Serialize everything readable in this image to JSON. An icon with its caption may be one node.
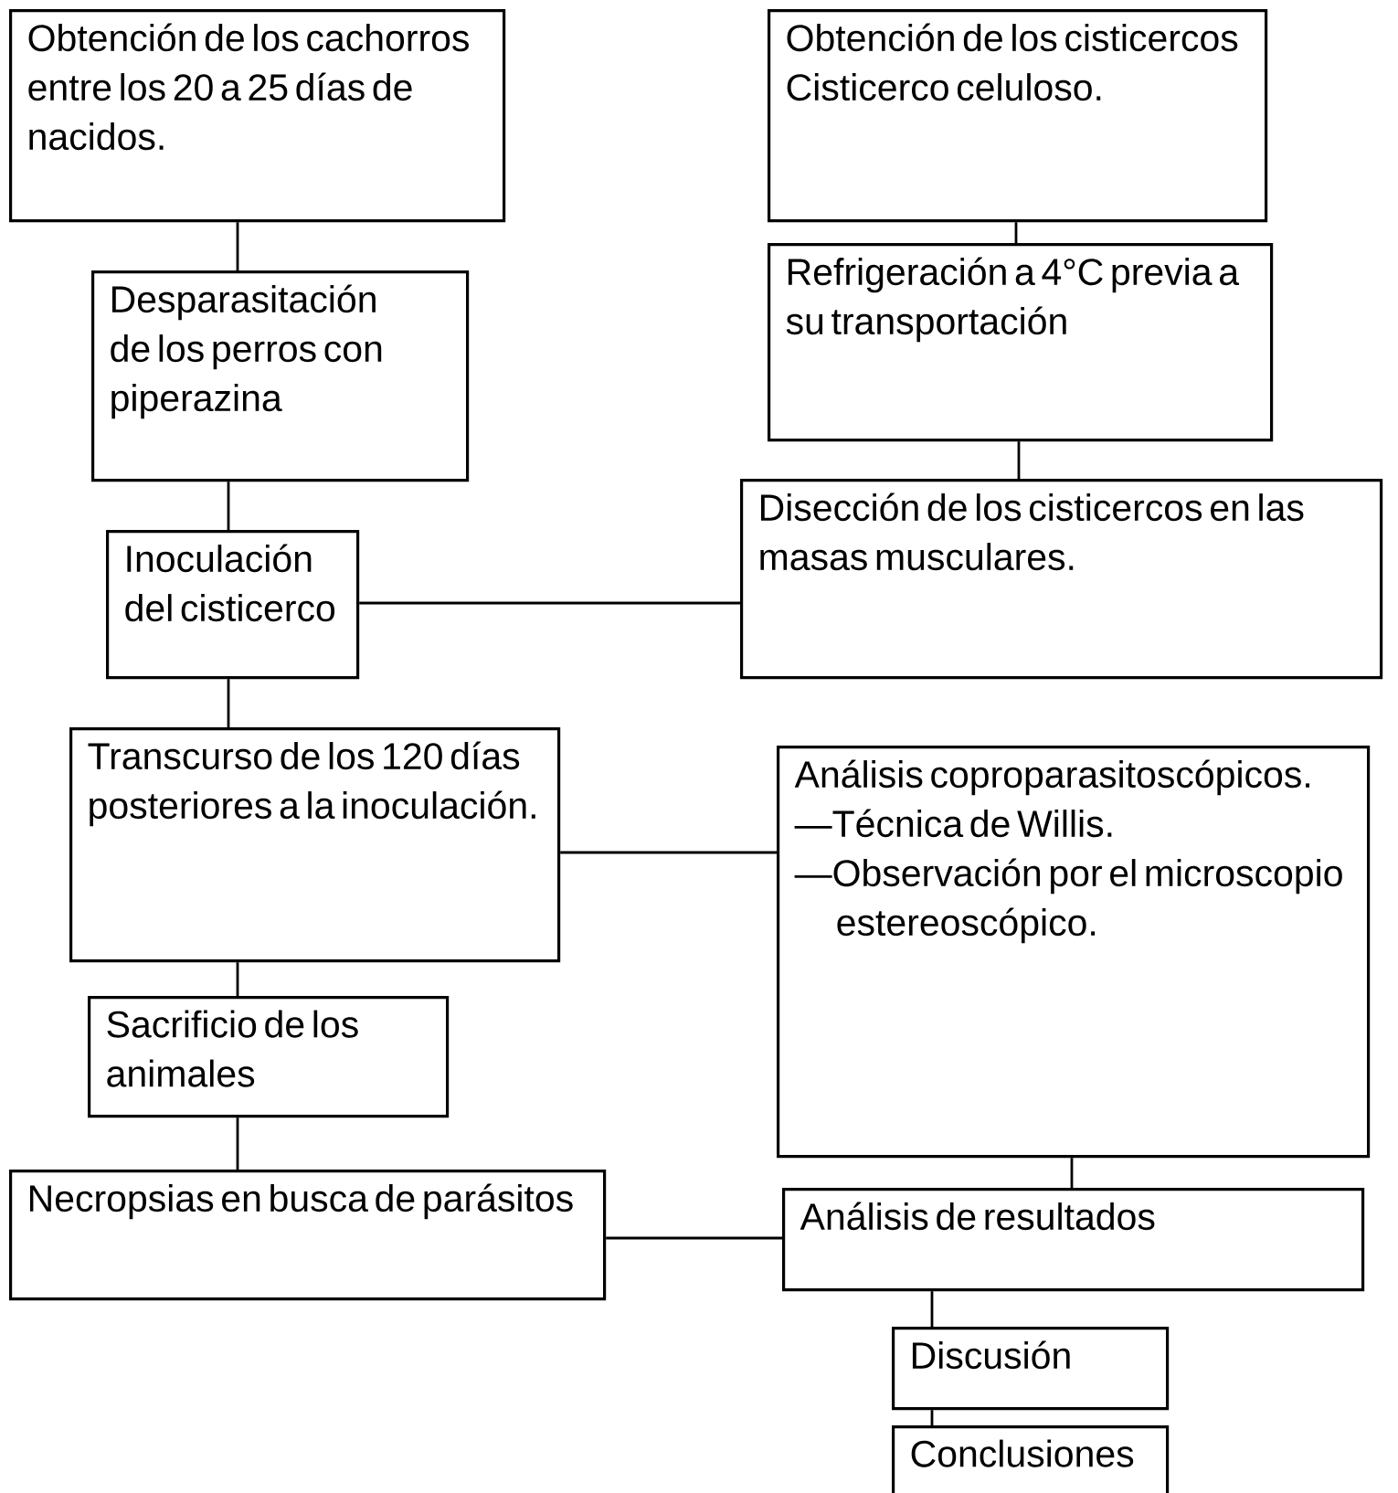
{
  "diagram": {
    "nodes": [
      {
        "text": [
          "Obtención de los cachorros entre los 20 a 25 días de nacidos."
        ]
      },
      {
        "text": [
          "Obtención de los cisticercos Cisticerco celuloso."
        ]
      },
      {
        "text": [
          "Desparasitación de los perros con piperazina"
        ]
      },
      {
        "text": [
          "Refrigeración a 4°C previa a su transportación"
        ]
      },
      {
        "text": [
          "Inoculación del cisticerco"
        ]
      },
      {
        "text": [
          "Disección de los cisticercos en las masas musculares."
        ]
      },
      {
        "text": [
          "Transcurso de los 120 días posteriores a la inoculación."
        ]
      },
      {
        "text": [
          "Análisis coproparasitoscópicos.",
          "—Técnica de Willis.",
          "—Observación por el microscopio estereoscópico."
        ]
      },
      {
        "text": [
          "Sacrificio de los animales"
        ]
      },
      {
        "text": [
          "Necropsias en busca de parásitos"
        ]
      },
      {
        "text": [
          "Análisis de resultados"
        ]
      },
      {
        "text": [
          "Discusión"
        ]
      },
      {
        "text": [
          "Conclusiones"
        ]
      }
    ],
    "edges": [
      {
        "from": 0,
        "to": 2,
        "arrow": "none"
      },
      {
        "from": 1,
        "to": 3,
        "arrow": "none"
      },
      {
        "from": 3,
        "to": 5,
        "arrow": "none"
      },
      {
        "from": 2,
        "to": 4,
        "arrow": "none"
      },
      {
        "from": 5,
        "to": 4,
        "arrow": "none"
      },
      {
        "from": 4,
        "to": 6,
        "arrow": "none"
      },
      {
        "from": 6,
        "to": 7,
        "arrow": "none"
      },
      {
        "from": 6,
        "to": 8,
        "arrow": "none"
      },
      {
        "from": 8,
        "to": 9,
        "arrow": "none"
      },
      {
        "from": 9,
        "to": 10,
        "arrow": "none"
      },
      {
        "from": 7,
        "to": 10,
        "arrow": "none"
      },
      {
        "from": 10,
        "to": 11,
        "arrow": "none"
      },
      {
        "from": 11,
        "to": 12,
        "arrow": "none"
      }
    ]
  }
}
